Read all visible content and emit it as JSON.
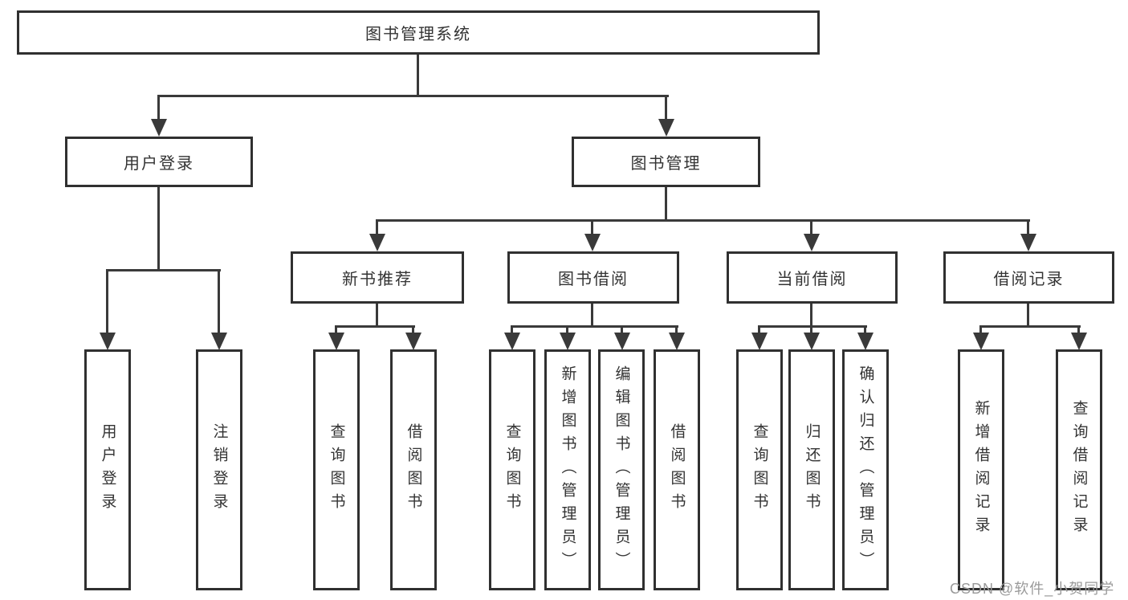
{
  "diagram": {
    "title_node": {
      "label": "图书管理系统"
    },
    "level2": [
      {
        "label": "用户登录"
      },
      {
        "label": "图书管理"
      }
    ],
    "level3": [
      {
        "label": "新书推荐"
      },
      {
        "label": "图书借阅"
      },
      {
        "label": "当前借阅"
      },
      {
        "label": "借阅记录"
      }
    ],
    "leaves": [
      {
        "label": "用户登录"
      },
      {
        "label": "注销登录"
      },
      {
        "label": "查询图书"
      },
      {
        "label": "借阅图书"
      },
      {
        "label": "查询图书"
      },
      {
        "label": "新增图书（管理员）"
      },
      {
        "label": "编辑图书（管理员）"
      },
      {
        "label": "借阅图书"
      },
      {
        "label": "查询图书"
      },
      {
        "label": "归还图书"
      },
      {
        "label": "确认归还（管理员）"
      },
      {
        "label": "新增借阅记录"
      },
      {
        "label": "查询借阅记录"
      }
    ],
    "watermark": "CSDN @软件_小贺同学",
    "colors": {
      "line": "#3a3a3a",
      "border": "#303030",
      "text": "#333333",
      "watermark": "#9a9a9a"
    }
  }
}
